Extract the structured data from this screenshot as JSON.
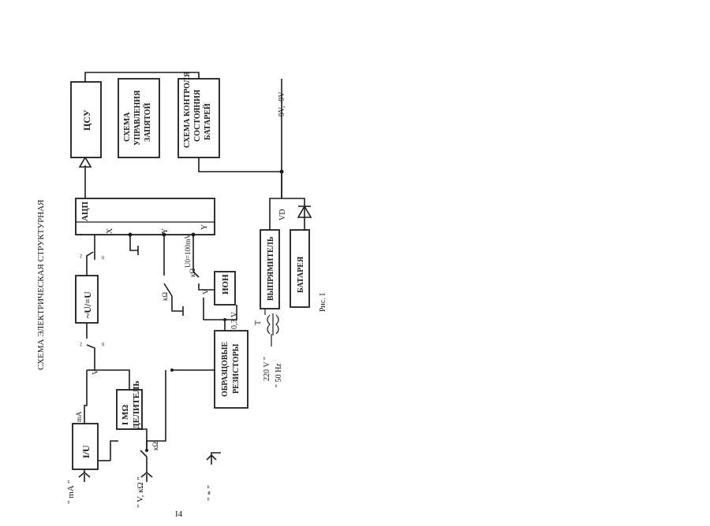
{
  "title": "СХЕМА ЭЛЕКТРИЧЕСКАЯ СТРУКТУРНАЯ",
  "page_number": "I4",
  "caption": "Рис. I",
  "blocks": {
    "iu": "I/U",
    "ac_dc": "~U/=U",
    "divider": [
      "I MΩ",
      "ДЕЛИТЕЛЬ"
    ],
    "adc": "АЦП",
    "csu": "ЦСУ",
    "lock_ctrl": [
      "СХЕМА",
      "УПРАВЛЕНИЯ",
      "ЗАПЯТОЙ"
    ],
    "battery_ctrl": [
      "СХЕМА КОНТРОЛЯ",
      "СОСТОЯНИЯ",
      "БАТАРЕЙ"
    ],
    "ion": "ИОН",
    "ref_res": [
      "ОБРАЗЦОВЫЕ",
      "РЕЗИСТОРЫ"
    ],
    "rectifier": "ВЫПРЯМИТЕЛЬ",
    "battery": "БАТАРЕЯ"
  },
  "labels": {
    "in_ma": "\" mA \"",
    "in_v": "\" V, кΩ \"",
    "in_com": "\" * \"",
    "ma": "mA",
    "kohm1": "кΩ",
    "kohm2": "кΩ",
    "kohm3": "кΩ",
    "v_node": "V",
    "sw_ac1": "~",
    "sw_dc1": "=",
    "sw_ac2": "~",
    "sw_dc2": "=",
    "adc_x": "X",
    "adc_y1": "Y",
    "adc_y2": "Y",
    "u_ref": "U0=100mV",
    "v03": "0,3 V",
    "ion_v": "V",
    "mains_v": "220 V \"",
    "mains_hz": "\" 50 Hz",
    "tr": "T",
    "vd": "VD",
    "supply": "9V, -9V"
  }
}
